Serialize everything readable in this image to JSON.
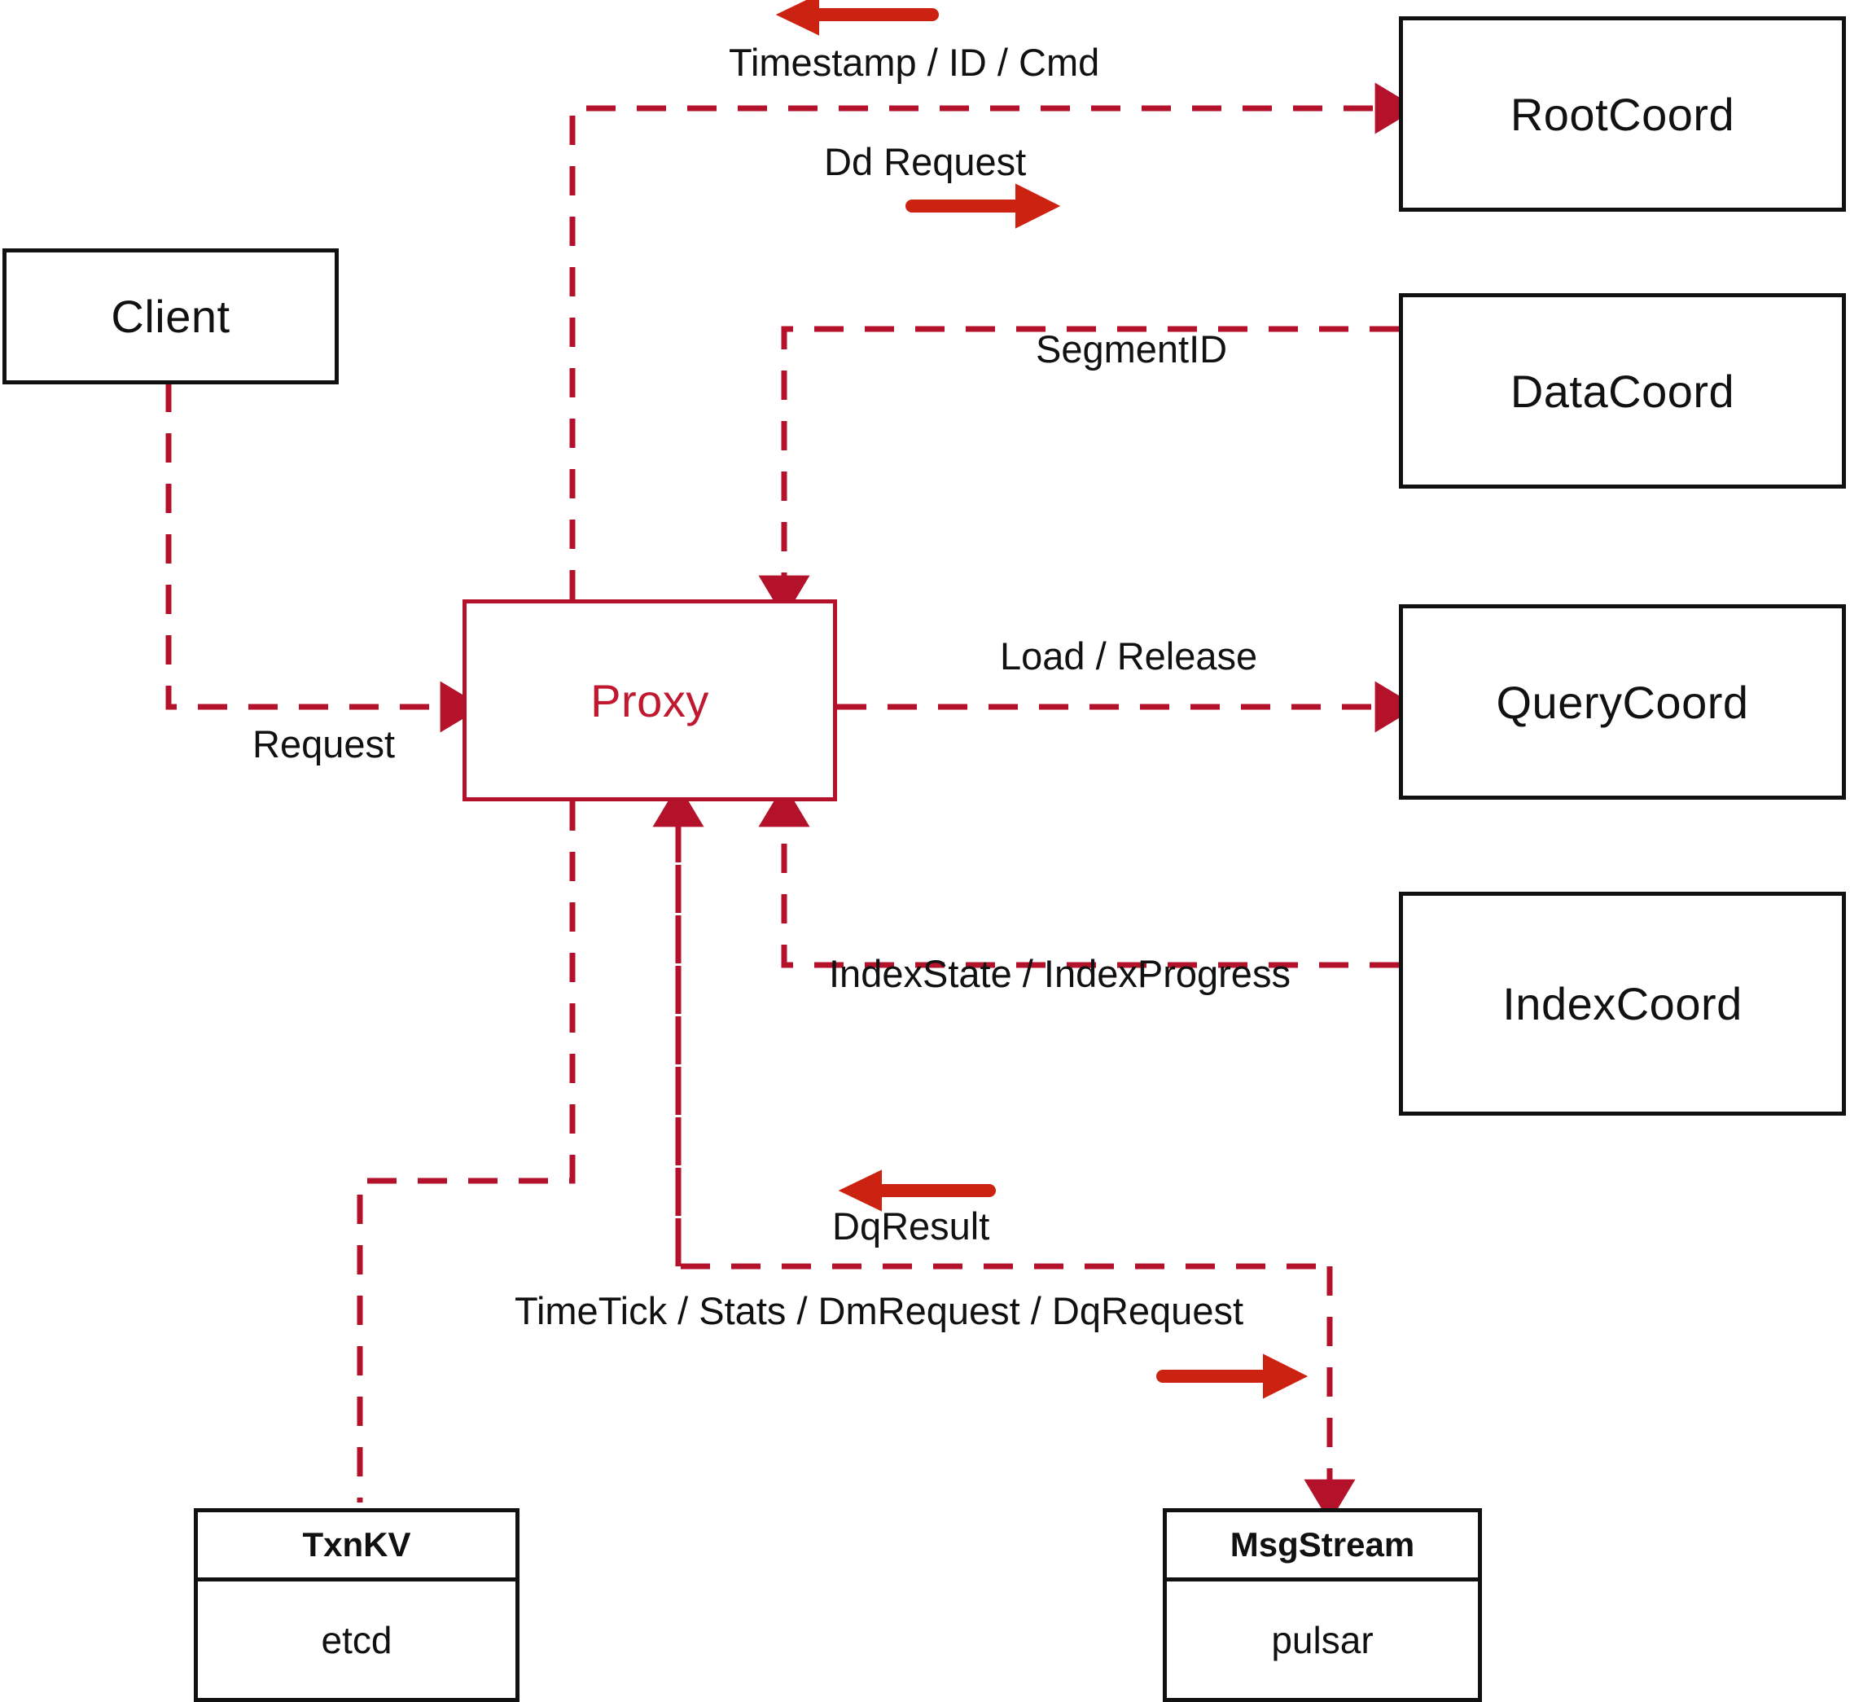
{
  "diagram": {
    "title": "Milvus Proxy interaction diagram",
    "colors": {
      "dashed_edge": "#B4122B",
      "direction_arrow": "#CC2211",
      "node_border": "#111111",
      "proxy_border": "#B4122B",
      "proxy_text": "#C0182F",
      "background": "#ffffff"
    }
  },
  "nodes": {
    "client": {
      "label": "Client"
    },
    "proxy": {
      "label": "Proxy"
    },
    "root_coord": {
      "label": "RootCoord"
    },
    "data_coord": {
      "label": "DataCoord"
    },
    "query_coord": {
      "label": "QueryCoord"
    },
    "index_coord": {
      "label": "IndexCoord"
    },
    "txn_kv": {
      "title": "TxnKV",
      "body": "etcd"
    },
    "msg_stream": {
      "title": "MsgStream",
      "body": "pulsar"
    }
  },
  "edge_labels": {
    "timestamp_id_cmd": "Timestamp / ID / Cmd",
    "dd_request": "Dd Request",
    "segment_id": "SegmentID",
    "request": "Request",
    "load_release": "Load / Release",
    "index_state_progress": "IndexState / IndexProgress",
    "dq_result": "DqResult",
    "timetick_stats_dm_dq": "TimeTick / Stats / DmRequest / DqRequest"
  },
  "direction_arrows": [
    {
      "name": "timestamp-direction-arrow",
      "direction": "left"
    },
    {
      "name": "dd-request-direction-arrow",
      "direction": "right"
    },
    {
      "name": "dq-result-direction-arrow",
      "direction": "left"
    },
    {
      "name": "dm-dq-request-direction-arrow",
      "direction": "right"
    }
  ]
}
